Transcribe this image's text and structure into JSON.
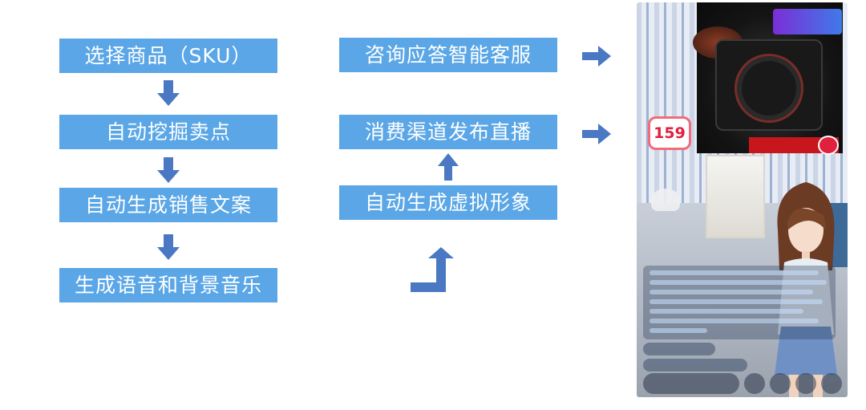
{
  "left_flow": [
    "选择商品（SKU）",
    "自动挖掘卖点",
    "自动生成销售文案",
    "生成语音和背景音乐"
  ],
  "right_flow": [
    "咨询应答智能客服",
    "消费渠道发布直播",
    "自动生成虚拟形象"
  ],
  "colors": {
    "box": "#5aa6e6",
    "arrow": "#4a78c3",
    "text": "#ffffff"
  },
  "phone": {
    "price": "159"
  }
}
